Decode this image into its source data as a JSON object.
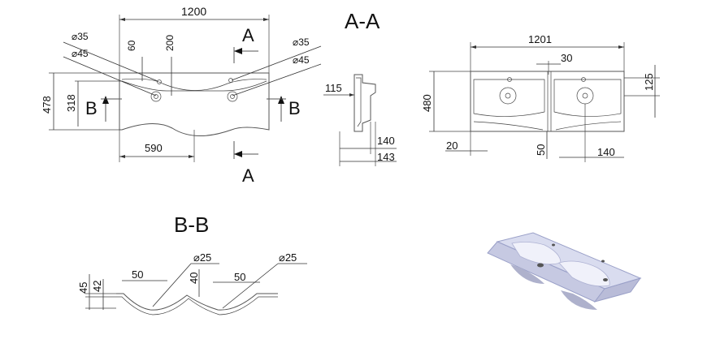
{
  "colors": {
    "line": "#444444",
    "text": "#111111",
    "basin_fill": "#e6e9f7",
    "basin_edge": "#9aa0c8"
  },
  "top_view": {
    "width": "1200",
    "hole_small_left": "35",
    "hole_large_left": "45",
    "hole_small_right": "35",
    "hole_large_right": "45",
    "dim_60": "60",
    "dim_200": "200",
    "depth_total": "478",
    "depth_inner": "318",
    "dim_590": "590",
    "section_mark": "A",
    "section_mark_bottom": "A",
    "side_mark_left": "B",
    "side_mark_right": "B",
    "diameter_symbol": "⌀"
  },
  "section_aa": {
    "title": "A-A",
    "dim_115": "115",
    "dim_140": "140",
    "dim_143": "143"
  },
  "right_view": {
    "width": "1201",
    "dim_30": "30",
    "depth": "480",
    "dim_125": "125",
    "dim_20": "20",
    "dim_50": "50",
    "dim_140": "140"
  },
  "section_bb": {
    "title": "B-B",
    "dim_45": "45",
    "dim_42": "42",
    "dim_50_left": "50",
    "hole_left": "25",
    "dim_40": "40",
    "dim_50_right": "50",
    "hole_right": "25"
  }
}
